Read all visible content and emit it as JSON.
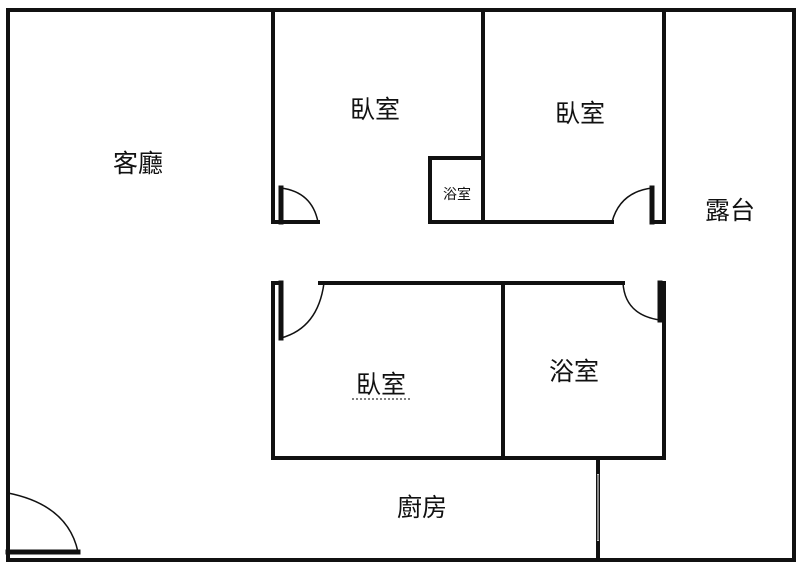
{
  "rooms": {
    "living": "客廳",
    "bedroom_top_left": "臥室",
    "bathroom_small": "浴室",
    "bedroom_top_right": "臥室",
    "balcony": "露台",
    "bedroom_bottom": "臥室",
    "bathroom_bottom": "浴室",
    "kitchen": "廚房"
  }
}
